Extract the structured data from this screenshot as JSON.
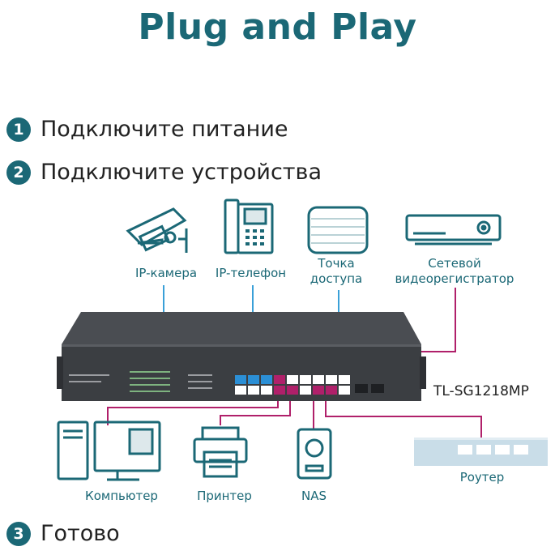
{
  "title": "Plug and Play",
  "steps": [
    {
      "num": "1",
      "text": "Подключите питание"
    },
    {
      "num": "2",
      "text": "Подключите устройства"
    },
    {
      "num": "3",
      "text": "Готово"
    }
  ],
  "top_devices": {
    "ip_camera": "IP-камера",
    "ip_phone": "IP-телефон",
    "access_point_line1": "Точка",
    "access_point_line2": "доступа",
    "nvr_line1": "Сетевой",
    "nvr_line2": "видеорегистратор"
  },
  "bottom_devices": {
    "computer": "Компьютер",
    "printer": "Принтер",
    "nas": "NAS",
    "router": "Роутер"
  },
  "switch_model": "TL-SG1218MP",
  "colors": {
    "accent": "#1b6876",
    "poe_ports": "#2b8fd6",
    "link_blue": "#3aa0d8",
    "link_magenta": "#b0206a"
  }
}
